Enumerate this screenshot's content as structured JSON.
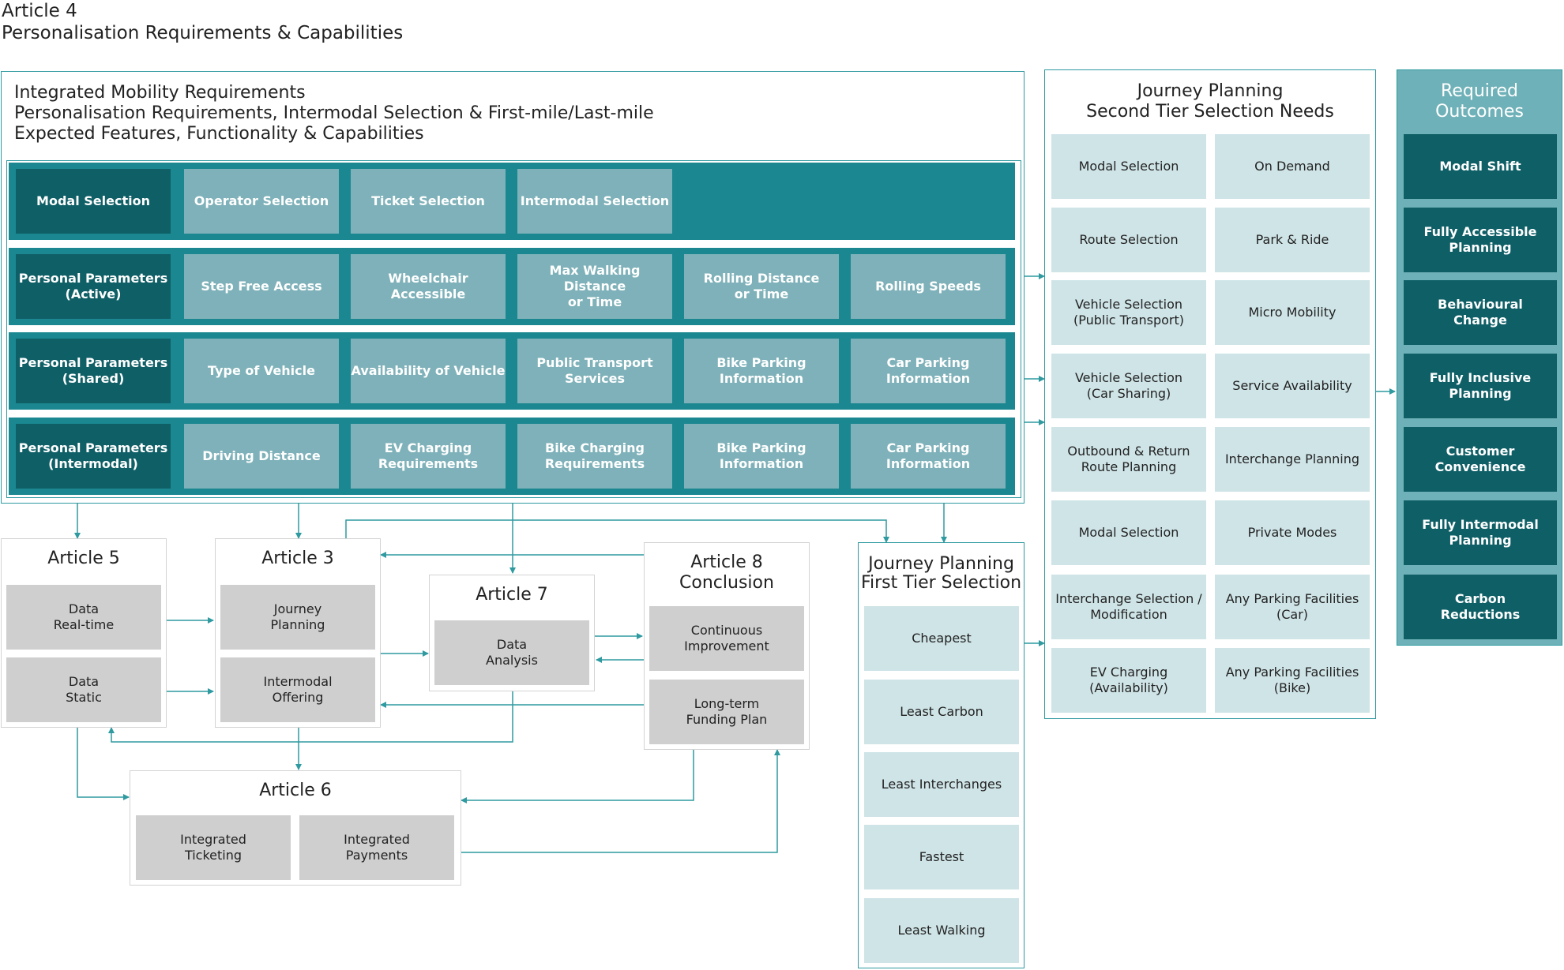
{
  "page": {
    "title_line1": "Article 4",
    "title_line2": "Personalisation Requirements & Capabilities"
  },
  "integrated": {
    "heading_line1": "Integrated Mobility Requirements",
    "heading_line2": "Personalisation Requirements, Intermodal Selection & First-mile/Last-mile",
    "heading_line3": "Expected Features, Functionality & Capabilities",
    "rows": [
      {
        "label": "Modal Selection",
        "items": [
          "Operator Selection",
          "Ticket Selection",
          "Intermodal Selection"
        ]
      },
      {
        "label": "Personal Parameters\n(Active)",
        "items": [
          "Step Free Access",
          "Wheelchair Accessible",
          "Max Walking Distance\nor Time",
          "Rolling Distance\nor Time",
          "Rolling Speeds"
        ]
      },
      {
        "label": "Personal Parameters\n(Shared)",
        "items": [
          "Type of Vehicle",
          "Availability of Vehicle",
          "Public Transport\nServices",
          "Bike Parking\nInformation",
          "Car Parking\nInformation"
        ]
      },
      {
        "label": "Personal Parameters\n(Intermodal)",
        "items": [
          "Driving Distance",
          "EV Charging\nRequirements",
          "Bike Charging\nRequirements",
          "Bike Parking\nInformation",
          "Car Parking\nInformation"
        ]
      }
    ]
  },
  "second_tier": {
    "heading_line1": "Journey Planning",
    "heading_line2": "Second Tier Selection Needs",
    "items": [
      [
        "Modal Selection",
        "On Demand"
      ],
      [
        "Route Selection",
        "Park & Ride"
      ],
      [
        "Vehicle Selection\n(Public Transport)",
        "Micro Mobility"
      ],
      [
        "Vehicle Selection\n(Car Sharing)",
        "Service Availability"
      ],
      [
        "Outbound & Return\nRoute Planning",
        "Interchange Planning"
      ],
      [
        "Modal Selection",
        "Private Modes"
      ],
      [
        "Interchange Selection /\nModification",
        "Any Parking Facilities\n(Car)"
      ],
      [
        "EV Charging\n(Availability)",
        "Any Parking Facilities\n(Bike)"
      ]
    ]
  },
  "outcomes": {
    "heading_line1": "Required",
    "heading_line2": "Outcomes",
    "items": [
      "Modal Shift",
      "Fully Accessible\nPlanning",
      "Behavioural\nChange",
      "Fully Inclusive\nPlanning",
      "Customer\nConvenience",
      "Fully Intermodal\nPlanning",
      "Carbon\nReductions"
    ]
  },
  "first_tier": {
    "heading_line1": "Journey Planning",
    "heading_line2": "First Tier Selection",
    "items": [
      "Cheapest",
      "Least Carbon",
      "Least Interchanges",
      "Fastest",
      "Least Walking"
    ]
  },
  "articles": {
    "a5": {
      "title": "Article 5",
      "items": [
        "Data\nReal-time",
        "Data\nStatic"
      ]
    },
    "a3": {
      "title": "Article 3",
      "items": [
        "Journey\nPlanning",
        "Intermodal\nOffering"
      ]
    },
    "a7": {
      "title": "Article 7",
      "items": [
        "Data\nAnalysis"
      ]
    },
    "a8": {
      "title": "Article 8\nConclusion",
      "items": [
        "Continuous\nImprovement",
        "Long-term\nFunding Plan"
      ]
    },
    "a6": {
      "title": "Article 6",
      "items": [
        "Integrated\nTicketing",
        "Integrated\nPayments"
      ]
    }
  },
  "colors": {
    "teal_line": "#2f9aa0",
    "stripe": "#1b8790",
    "dark": "#0f5f67",
    "mid": "#7eb1b9",
    "light": "#cfe4e7",
    "grey": "#cfcfcf",
    "outcomes_bg": "#6fb1b8"
  }
}
